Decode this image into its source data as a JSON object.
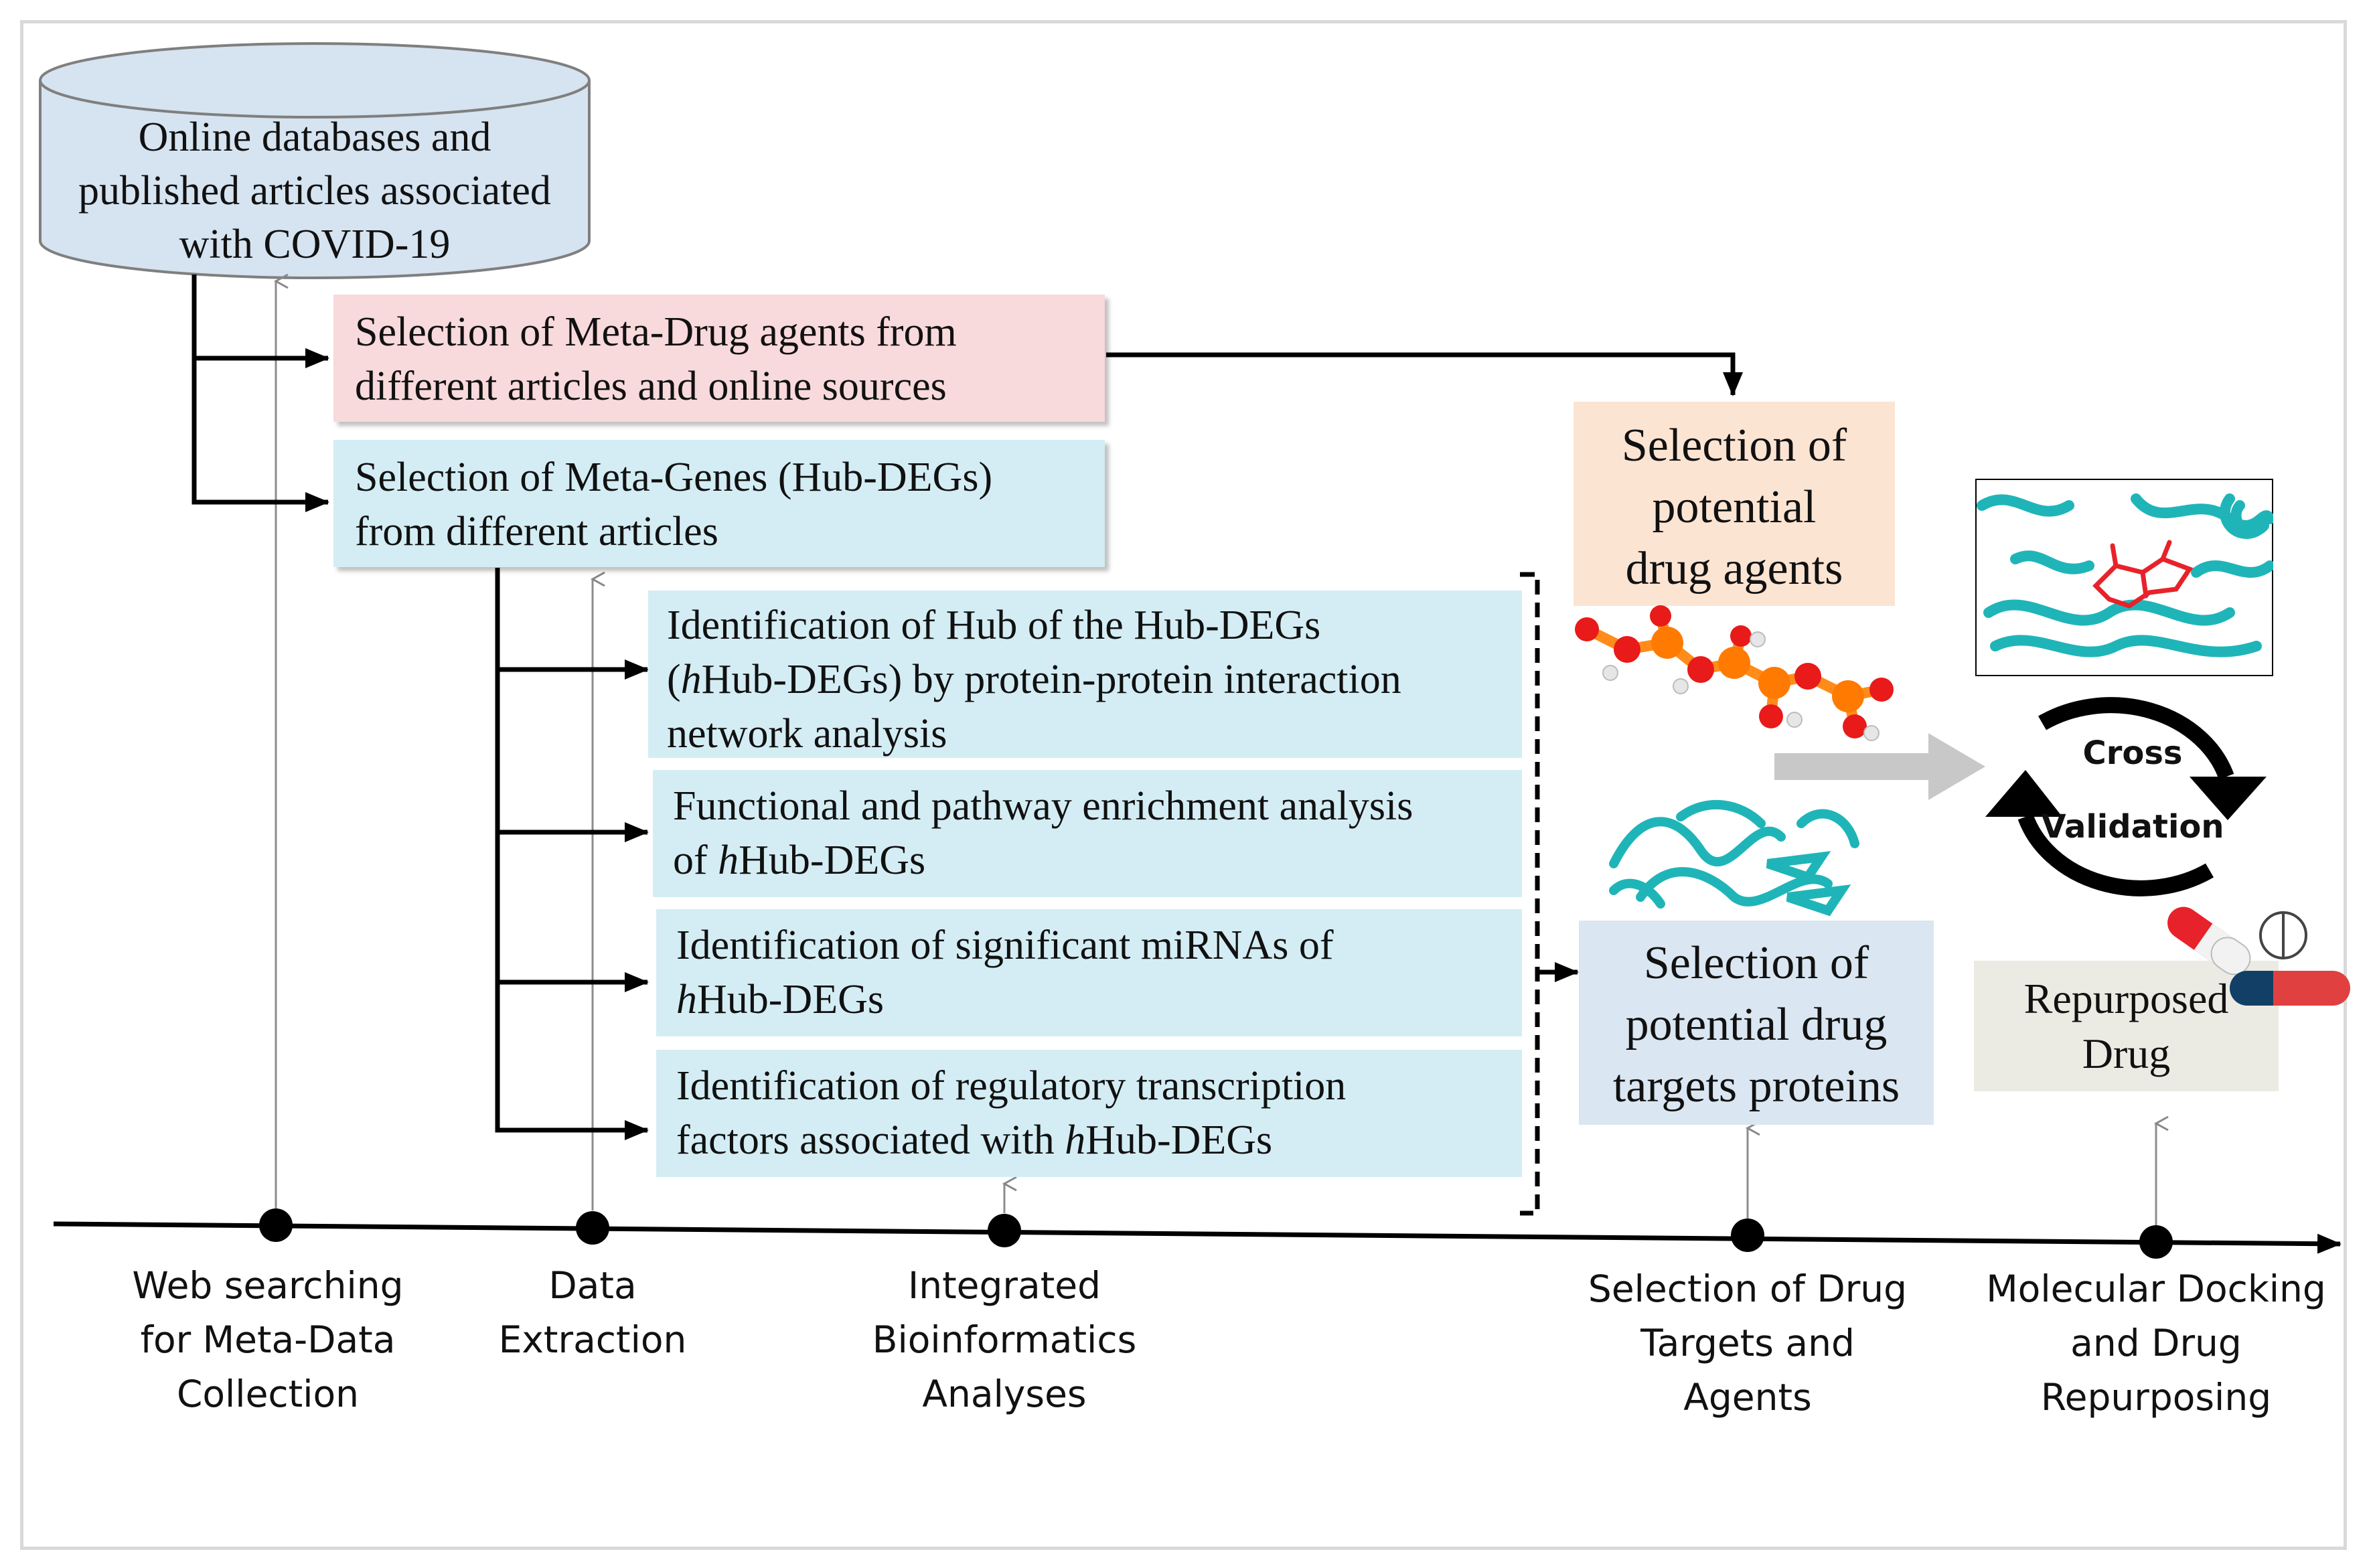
{
  "database": {
    "text": [
      "Online databases and",
      "published articles associated",
      "with COVID-19"
    ]
  },
  "steps": {
    "meta_drug": [
      "Selection of  Meta-Drug agents from",
      "different articles and online sources"
    ],
    "meta_genes": [
      "Selection of  Meta-Genes (Hub-DEGs)",
      "from different articles"
    ],
    "hub_identification": {
      "line1": "Identification of Hub of the Hub-DEGs",
      "line2_italic": "h",
      "line2_rest": "Hub-DEGs) by protein-protein interaction",
      "line2_prefix": "(",
      "line3": "network analysis"
    },
    "enrichment": {
      "line1": "Functional and pathway enrichment analysis",
      "line2_prefix": "of ",
      "line2_italic": "h",
      "line2_rest": "Hub-DEGs"
    },
    "mirna": {
      "line1": "Identification of significant miRNAs of",
      "line2_italic": "h",
      "line2_rest": "Hub-DEGs"
    },
    "tf": {
      "line1": "Identification of regulatory transcription",
      "line2_prefix": "factors associated with ",
      "line2_italic": "h",
      "line2_rest": "Hub-DEGs"
    },
    "drug_agents": [
      "Selection of",
      "potential",
      "drug agents"
    ],
    "drug_targets": [
      "Selection of",
      "potential drug",
      "targets proteins"
    ],
    "repurposed": [
      "Repurposed",
      "Drug"
    ],
    "cycle": [
      "Cross",
      "Validation"
    ]
  },
  "timeline": {
    "stages": [
      [
        "Web searching",
        "for Meta-Data",
        "Collection"
      ],
      [
        "Data",
        "Extraction"
      ],
      [
        "Integrated",
        "Bioinformatics",
        "Analyses"
      ],
      [
        "Selection of Drug",
        "Targets and",
        "Agents"
      ],
      [
        "Molecular Docking",
        "and Drug",
        "Repurposing"
      ]
    ]
  },
  "colors": {
    "pink": "#f8d9dc",
    "light_blue": "#d4edf4",
    "peach": "#fce4d3",
    "steel_blue": "#dae6f1",
    "beige": "#ecebe3",
    "database": "#d6e3f0",
    "molecule_orange": "#ff7a00",
    "molecule_red": "#e81a1a",
    "protein_teal": "#1fb5b8"
  }
}
